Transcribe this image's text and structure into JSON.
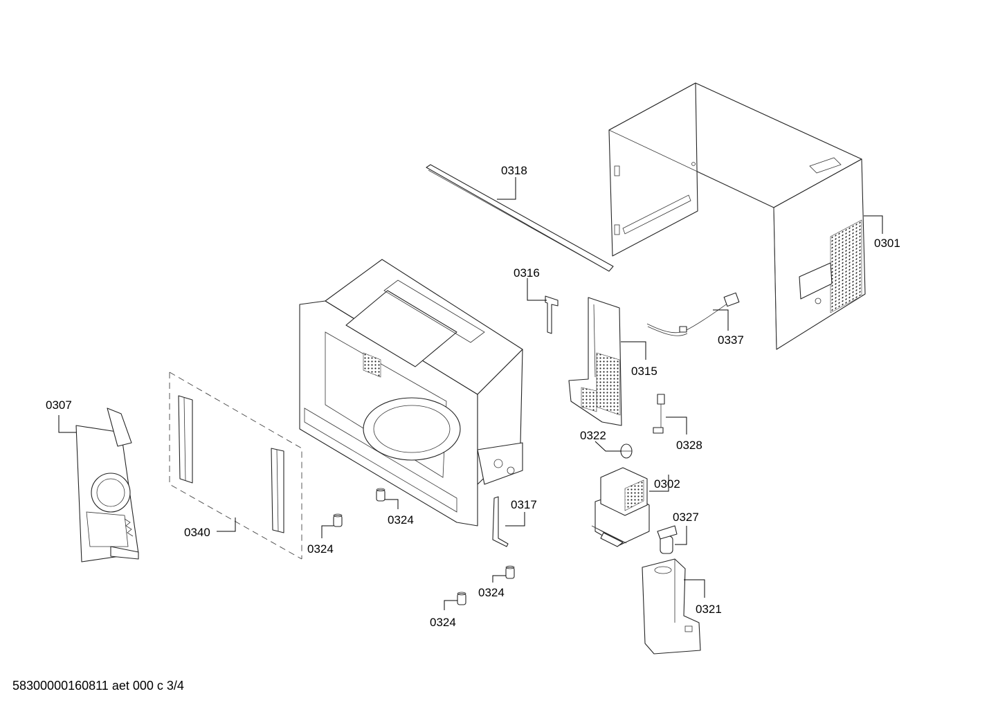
{
  "footer": {
    "code": "58300000160811 aet 000 c 3/4"
  },
  "labels": {
    "p0301": "0301",
    "p0302": "0302",
    "p0307": "0307",
    "p0315": "0315",
    "p0316": "0316",
    "p0317": "0317",
    "p0318": "0318",
    "p0321": "0321",
    "p0322": "0322",
    "p0324a": "0324",
    "p0324b": "0324",
    "p0324c": "0324",
    "p0324d": "0324",
    "p0327": "0327",
    "p0328": "0328",
    "p0337": "0337",
    "p0340": "0340"
  },
  "colors": {
    "line": "#222222",
    "background": "#ffffff"
  }
}
